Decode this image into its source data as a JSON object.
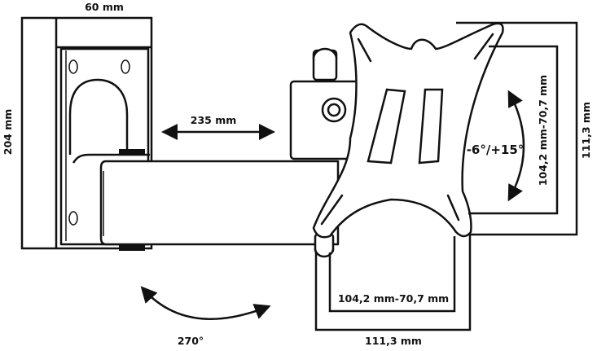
{
  "title": "Monitor wall mount dimensions",
  "dimensions": {
    "wall_plate_width": "60 mm",
    "wall_plate_height": "204 mm",
    "arm_extension": "235 mm",
    "tilt_range": "-6°/+15°",
    "vesa_vertical_inner": "104,2 mm-70,7 mm",
    "vesa_vertical_outer": "111,3 mm",
    "vesa_horizontal_inner": "104,2 mm-70,7 mm",
    "vesa_horizontal_outer": "111,3 mm",
    "swivel_range": "270°"
  }
}
